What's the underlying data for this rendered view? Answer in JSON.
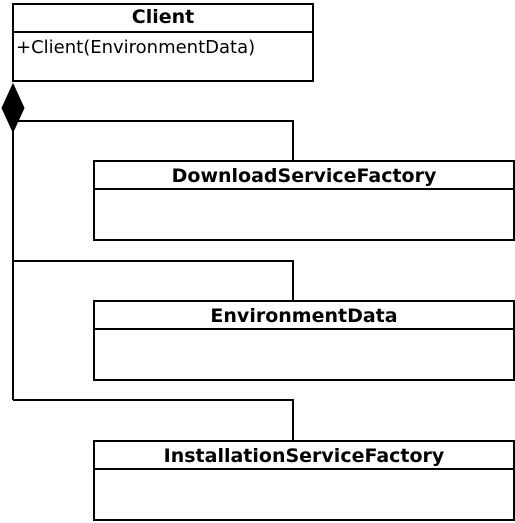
{
  "classes": {
    "client": {
      "name": "Client",
      "operations": [
        "+Client(EnvironmentData)"
      ]
    },
    "download_service_factory": {
      "name": "DownloadServiceFactory",
      "operations": []
    },
    "environment_data": {
      "name": "EnvironmentData",
      "operations": []
    },
    "installation_service_factory": {
      "name": "InstallationServiceFactory",
      "operations": []
    }
  },
  "relationships": [
    {
      "type": "composition",
      "whole": "Client",
      "part": "DownloadServiceFactory"
    },
    {
      "type": "composition",
      "whole": "Client",
      "part": "EnvironmentData"
    },
    {
      "type": "composition",
      "whole": "Client",
      "part": "InstallationServiceFactory"
    }
  ]
}
